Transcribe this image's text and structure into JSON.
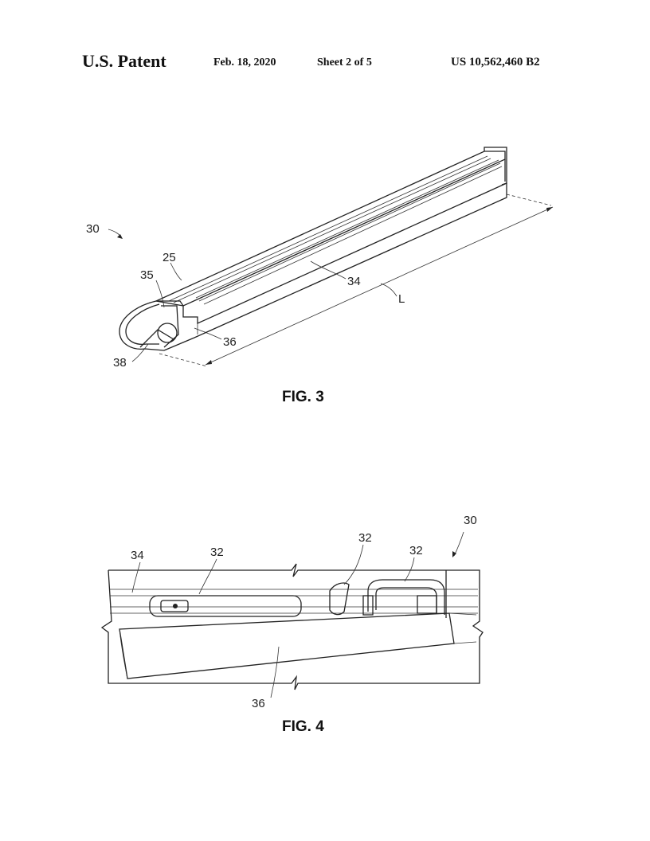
{
  "header": {
    "title": "U.S. Patent",
    "date": "Feb. 18, 2020",
    "sheet": "Sheet 2 of 5",
    "patent_number": "US 10,562,460 B2"
  },
  "fig3": {
    "caption": "FIG. 3",
    "labels": {
      "assembly": "30",
      "edge": "25",
      "face": "35",
      "track": "34",
      "length": "L",
      "body": "36",
      "inner": "38"
    }
  },
  "fig4": {
    "caption": "FIG. 4",
    "labels": {
      "assembly": "30",
      "track": "34",
      "accessory_a": "32",
      "accessory_b": "32",
      "accessory_c": "32",
      "body": "36"
    }
  }
}
